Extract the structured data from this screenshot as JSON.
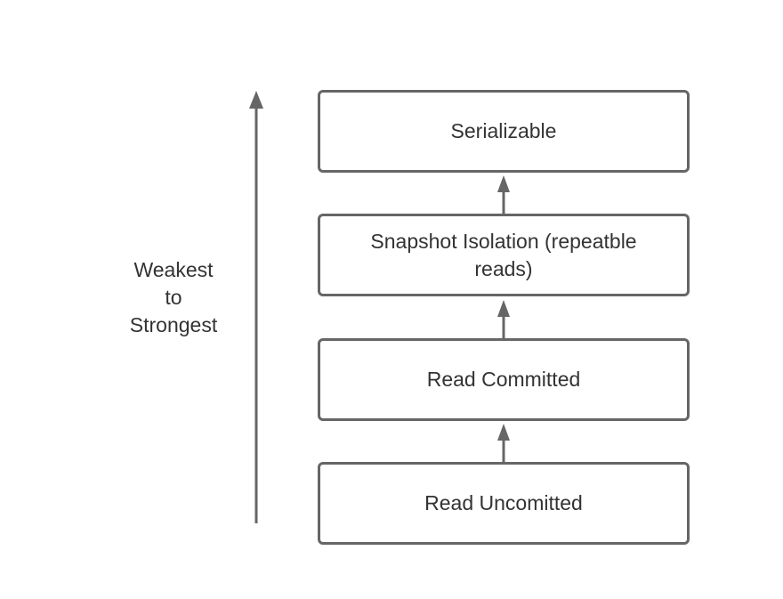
{
  "diagram": {
    "levels": [
      {
        "id": "serializable",
        "label": "Serializable"
      },
      {
        "id": "snapshot",
        "label": "Snapshot Isolation (repeatble reads)"
      },
      {
        "id": "committed",
        "label": "Read Committed"
      },
      {
        "id": "uncommitted",
        "label": "Read Uncomitted"
      }
    ],
    "axis_caption": {
      "line1": "Weakest",
      "line2": "to",
      "line3": "Strongest"
    },
    "colors": {
      "stroke": "#666666",
      "text": "#333333",
      "background": "#ffffff"
    }
  }
}
